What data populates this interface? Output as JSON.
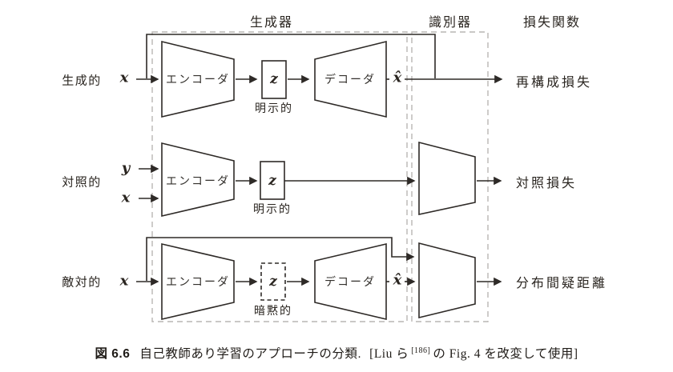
{
  "header": {
    "generator": "生成器",
    "discriminator": "識別器",
    "loss_function": "損失関数"
  },
  "rows": [
    {
      "label": "生成的",
      "inputs": [
        "x"
      ],
      "encoder": "エンコーダ",
      "latent": "z",
      "latent_note": "明示的",
      "decoder": "デコーダ",
      "output": "x̂",
      "loss": "再構成損失"
    },
    {
      "label": "対照的",
      "inputs": [
        "y",
        "x"
      ],
      "encoder": "エンコーダ",
      "latent": "z",
      "latent_note": "明示的",
      "loss": "対照損失"
    },
    {
      "label": "敵対的",
      "inputs": [
        "x"
      ],
      "encoder": "エンコーダ",
      "latent": "z",
      "latent_note": "暗黙的",
      "decoder": "デコーダ",
      "output": "x̂",
      "loss": "分布間疑距離"
    }
  ],
  "caption": {
    "fig_label": "図 6.6",
    "text": "自己教師あり学習のアプローチの分類.",
    "cite_pre": "[Liu ら",
    "cite_sup": "[186]",
    "cite_post": "の Fig. 4 を改変して使用]"
  },
  "colors": {
    "line": "#2e2a27",
    "dashed_region": "#b9b6b3",
    "text": "#29241f"
  }
}
